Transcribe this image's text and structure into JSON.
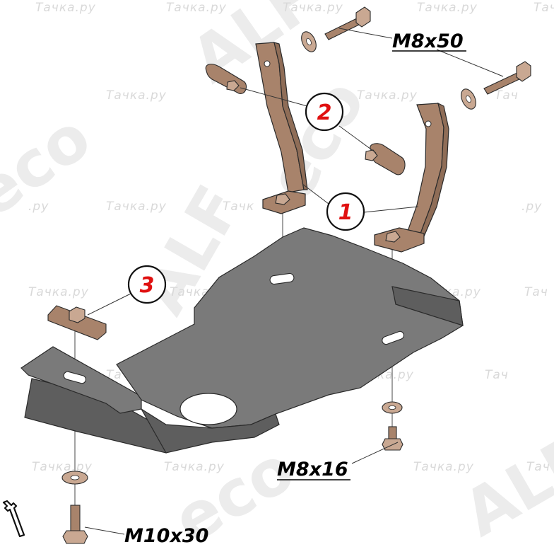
{
  "watermark": {
    "site_text": "Тачка.ру",
    "site_fragment_a": ".ру",
    "site_fragment_b": "Тачк",
    "site_fragment_c": "Тач",
    "brand_text": "ALF",
    "eco_text": "eco"
  },
  "callouts": {
    "c1": "1",
    "c2": "2",
    "c3": "3"
  },
  "fasteners": {
    "top_bolt": "M8x50",
    "bottom_right_bolt": "M8x16",
    "bottom_left_bolt": "M10x30"
  },
  "colors": {
    "bracket": "#a8836b",
    "plate": "#7a7a7a",
    "callout": "#e01010"
  }
}
